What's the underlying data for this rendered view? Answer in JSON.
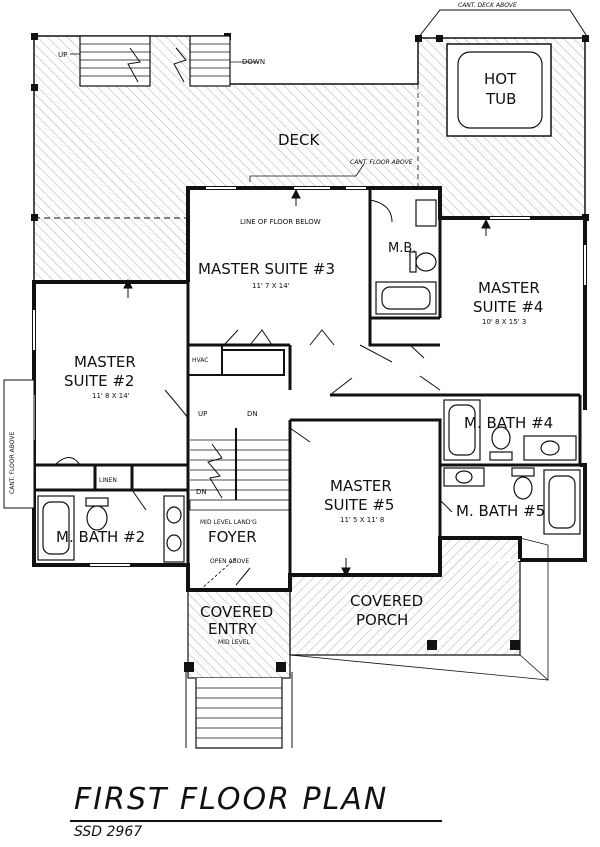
{
  "plan": {
    "title": "FIRST FLOOR PLAN",
    "code": "SSD 2967"
  },
  "notes": {
    "cant_deck_above": "CANT. DECK ABOVE",
    "cant_floor_above_top": "CANT. FLOOR ABOVE",
    "cant_floor_above_left": "CANT. FLOOR ABOVE",
    "line_floor_below": "LINE OF FLOOR BELOW",
    "open_above": "OPEN ABOVE",
    "mid_level_landing": "MID LEVEL LAND'G",
    "stair_up_top": "UP",
    "stair_down_top": "DOWN",
    "stair_up": "UP",
    "stair_dn": "DN",
    "stair_dn2": "DN"
  },
  "rooms": {
    "hot_tub": {
      "line1": "HOT",
      "line2": "TUB"
    },
    "deck": {
      "name": "DECK"
    },
    "suite3": {
      "name": "MASTER SUITE #3",
      "dims": "11' 7 X 14'"
    },
    "mb": {
      "name": "M.B."
    },
    "suite4": {
      "line1": "MASTER",
      "line2": "SUITE #4",
      "dims": "10' 8 X 15' 3"
    },
    "suite2": {
      "line1": "MASTER",
      "line2": "SUITE #2",
      "dims": "11' 8 X 14'"
    },
    "hvac": {
      "name": "HVAC"
    },
    "linen": {
      "name": "LINEN"
    },
    "mbath2": {
      "name": "M. BATH #2"
    },
    "mbath4": {
      "name": "M. BATH #4"
    },
    "suite5": {
      "line1": "MASTER",
      "line2": "SUITE #5",
      "dims": "11' 5 X 11' 8"
    },
    "mbath5": {
      "name": "M. BATH #5"
    },
    "foyer": {
      "name": "FOYER"
    },
    "covered_entry": {
      "line1": "COVERED",
      "line2": "ENTRY",
      "note": "MID LEVEL"
    },
    "covered_porch": {
      "line1": "COVERED",
      "line2": "PORCH"
    }
  }
}
